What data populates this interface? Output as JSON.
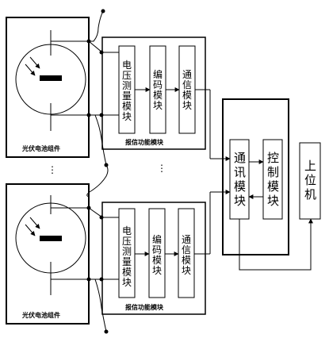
{
  "diagram": {
    "panel_label": "光伏电池组件",
    "group_label": "报信功能模块",
    "voltage_module": "电压测量模块",
    "encode_module": "编码模块",
    "comm_module": "通信模块",
    "center_comm_module": "通讯模块",
    "control_module": "控制模块",
    "host": "上位机",
    "ellipsis_left": "⋮",
    "ellipsis_mid": "⋮"
  }
}
